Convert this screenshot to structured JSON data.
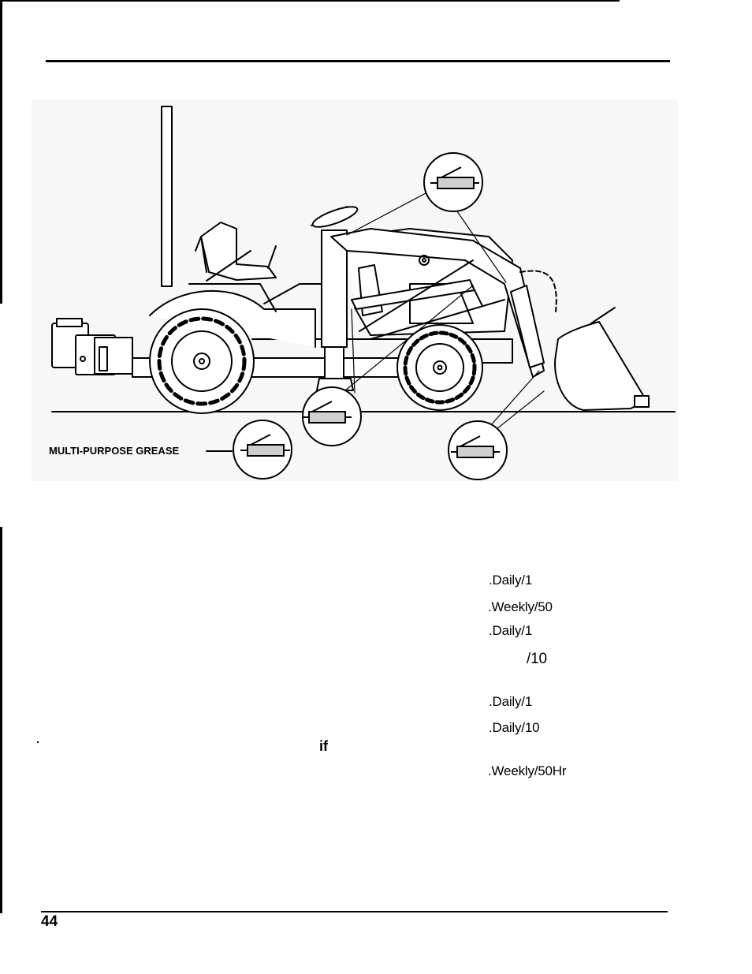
{
  "figure": {
    "callout_label": "MULTI-PURPOSE GREASE"
  },
  "schedule": {
    "items": [
      {
        "text": ".Daily/1"
      },
      {
        "text": ".Weekly/50"
      },
      {
        "text": ".Daily/1"
      },
      {
        "text": "/10"
      },
      {
        "text": ".Daily/1"
      },
      {
        "text": ".Daily/10"
      },
      {
        "text": ".Weekly/50Hr"
      }
    ],
    "stray_fragment": "if"
  },
  "footer": {
    "page_number": "44"
  }
}
